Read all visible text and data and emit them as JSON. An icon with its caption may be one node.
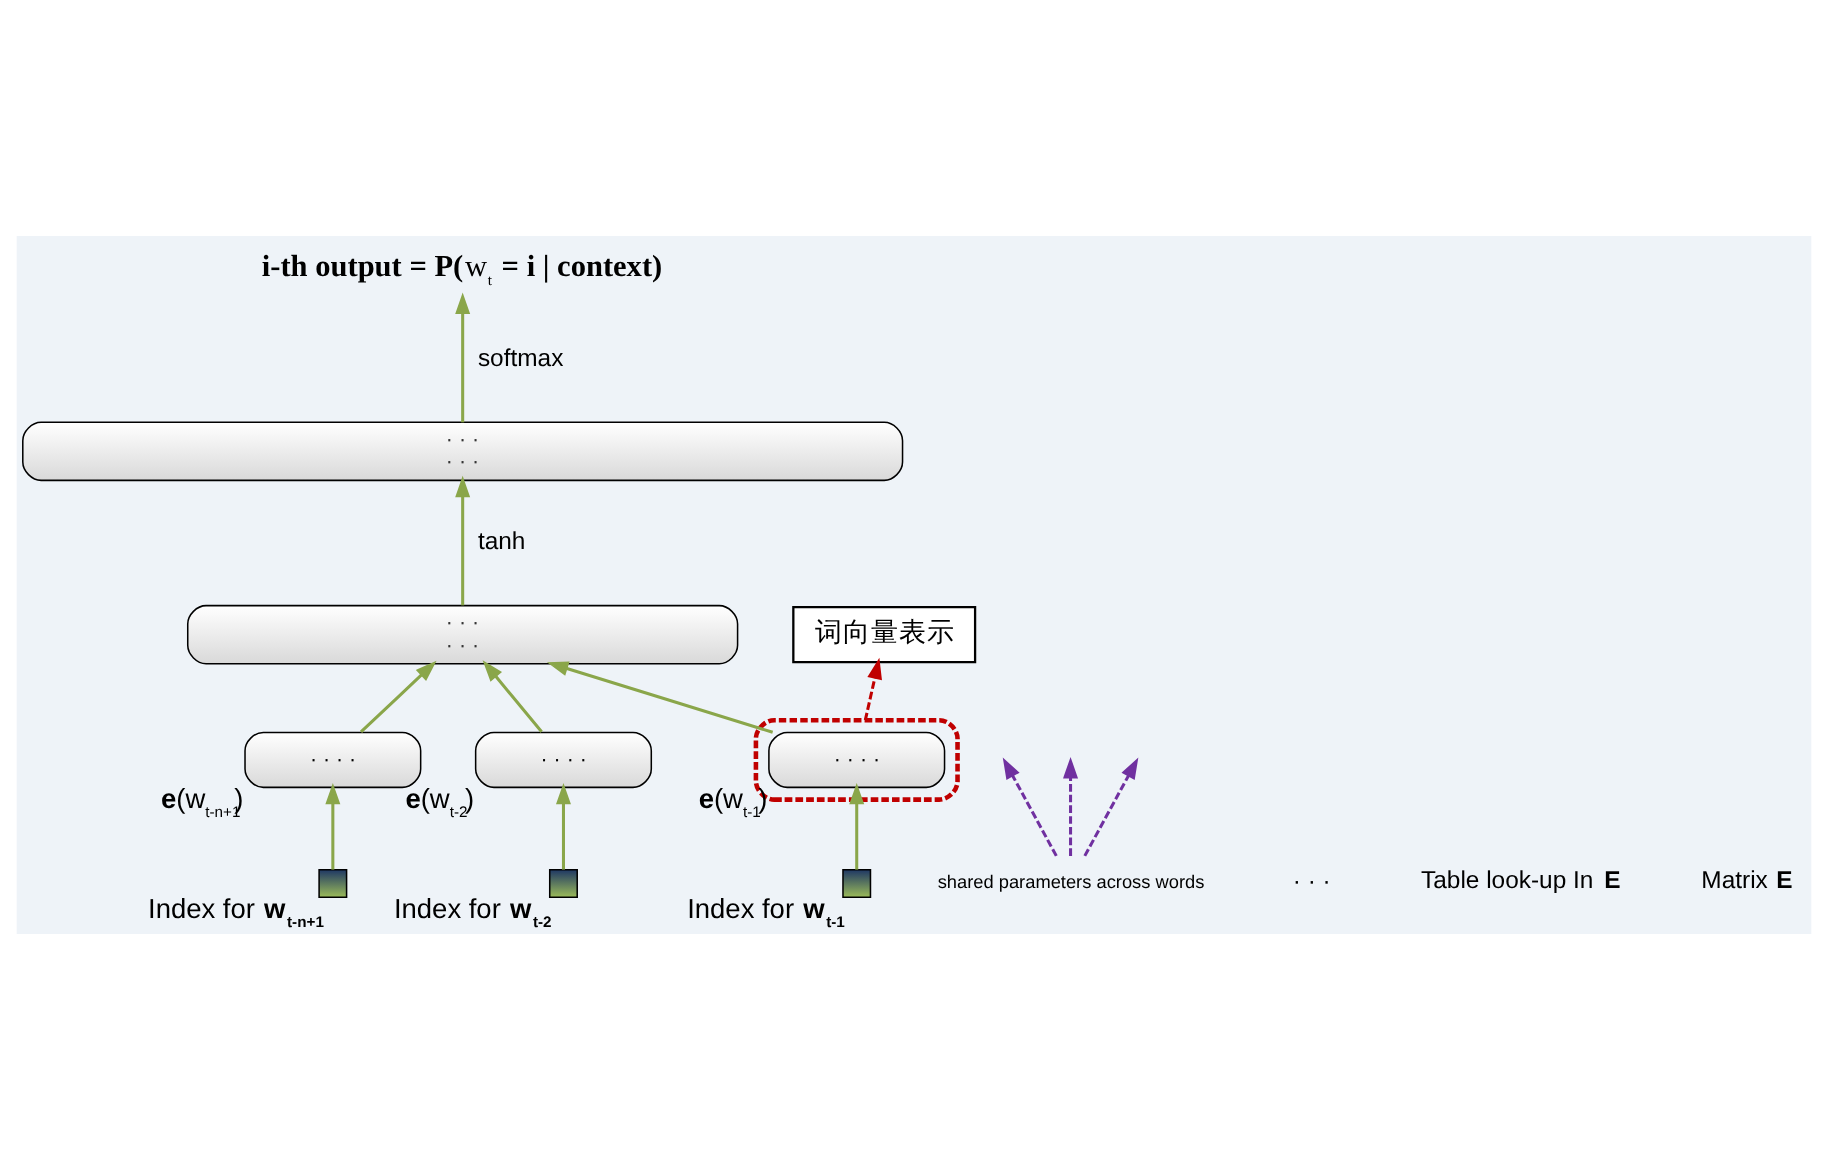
{
  "diagram": {
    "nodes": [
      {
        "text": [
          "**i-th output = P(**w$_{t}$ **= i | context)**"
        ]
      },
      {
        "text": [
          "· · ·",
          "· · ·"
        ]
      },
      {
        "text": [
          "· · ·",
          "· · ·"
        ]
      },
      {
        "text": [
          "· · · ·"
        ],
        "beside": [
          "**e**(w$_{t-n+1}$)"
        ]
      },
      {
        "text": [
          "· · · ·"
        ],
        "beside": [
          "**e**(w$_{t-2}$)"
        ]
      },
      {
        "text": [],
        "shape": "ellipse"
      },
      {
        "text": [
          "· · · ·"
        ],
        "beside": [
          "**e**(w$_{t-1}$)"
        ],
        "in": 5
      },
      {
        "text": [
          "词向量表示"
        ]
      },
      {
        "text": [],
        "shape": "box",
        "beside": [
          "Index for **w$_{t-n+1}$**"
        ]
      },
      {
        "text": [],
        "shape": "box",
        "beside": [
          "Index for **w$_{t-2}$**"
        ]
      },
      {
        "text": [],
        "shape": "box",
        "beside": [
          "Index for **w$_{t-1}$**"
        ]
      },
      {
        "text": [
          "shared parameters across words"
        ]
      }
    ],
    "edges": [
      {
        "from": 1,
        "to": 0,
        "arrow": "to",
        "label": "softmax"
      },
      {
        "from": 2,
        "to": 1,
        "arrow": "to",
        "label": "tanh"
      },
      {
        "from": 3,
        "to": 2,
        "arrow": "to"
      },
      {
        "from": 4,
        "to": 2,
        "arrow": "to"
      },
      {
        "from": 6,
        "to": 2,
        "arrow": "to"
      },
      {
        "from": 8,
        "to": 3,
        "arrow": "to"
      },
      {
        "from": 9,
        "to": 4,
        "arrow": "to"
      },
      {
        "from": 10,
        "to": 6,
        "arrow": "to"
      },
      {
        "from": 5,
        "to": 7,
        "arrow": "to",
        "style": "dashed",
        "color": "#c00000"
      },
      {
        "from": 11,
        "to": null,
        "arrow": "to",
        "style": "dashed",
        "color": "#7030a0"
      },
      {
        "from": 11,
        "to": null,
        "arrow": "to",
        "style": "dashed",
        "color": "#7030a0"
      },
      {
        "from": 11,
        "to": null,
        "arrow": "to",
        "style": "dashed",
        "color": "#7030a0"
      }
    ],
    "labels": [
      "· · ·",
      "Table look-up In **E**",
      "Matrix **E**"
    ]
  }
}
